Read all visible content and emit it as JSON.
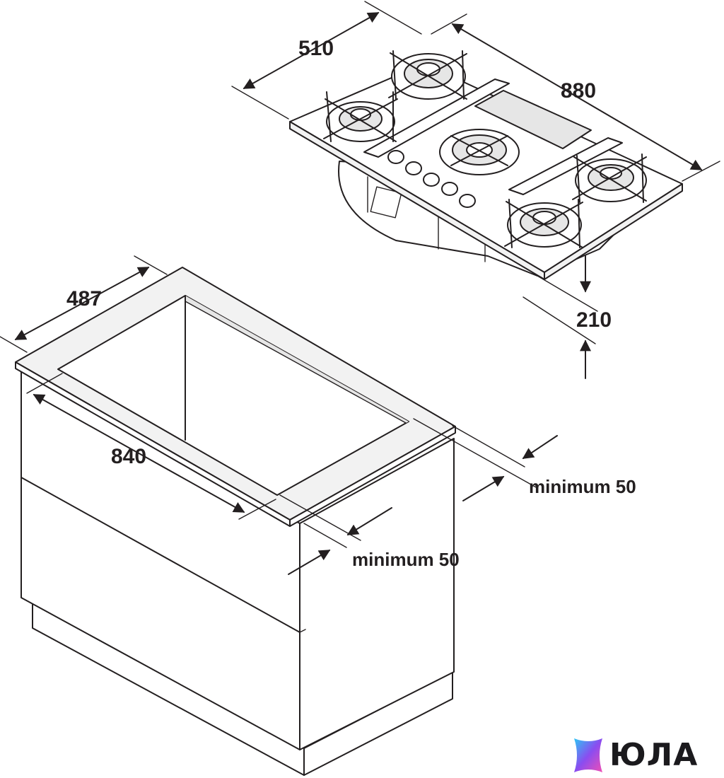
{
  "dimensions": {
    "hob_depth": "510",
    "hob_width": "880",
    "hob_height": "210",
    "cutout_depth": "487",
    "cutout_width": "840",
    "min_side": "minimum 50",
    "min_front": "minimum 50"
  },
  "logo": {
    "text": "ЮЛА"
  },
  "colors": {
    "line": "#231f20",
    "background": "#ffffff"
  }
}
